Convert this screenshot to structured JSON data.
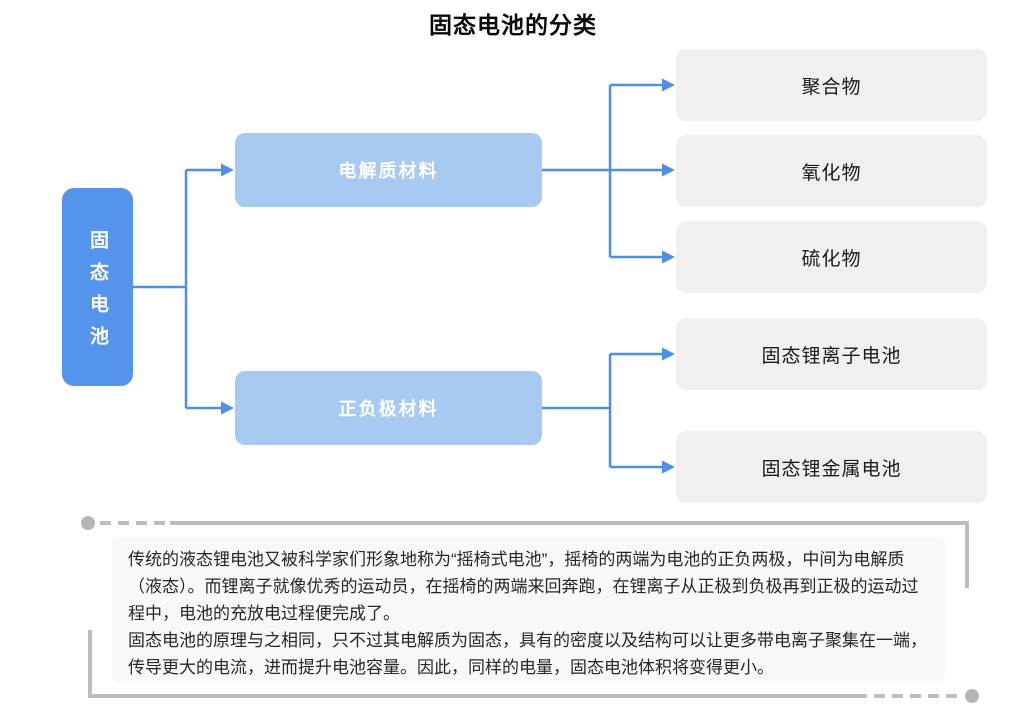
{
  "title": "固态电池的分类",
  "diagram": {
    "root": {
      "label": "固态电池"
    },
    "branches": [
      {
        "label": "电解质材料",
        "children": [
          "聚合物",
          "氧化物",
          "硫化物"
        ]
      },
      {
        "label": "正负极材料",
        "children": [
          "固态锂离子电池",
          "固态锂金属电池"
        ]
      }
    ]
  },
  "note": {
    "paragraph1": "传统的液态锂电池又被科学家们形象地称为“摇椅式电池”，摇椅的两端为电池的正负两极，中间为电解质（液态）。而锂离子就像优秀的运动员，在摇椅的两端来回奔跑，在锂离子从正极到负极再到正极的运动过程中，电池的充放电过程便完成了。",
    "paragraph2": "固态电池的原理与之相同，只不过其电解质为固态，具有的密度以及结构可以让更多带电离子聚集在一端，传导更大的电流，进而提升电池容量。因此，同样的电量，固态电池体积将变得更小。"
  },
  "colors": {
    "root_box": "#5594ED",
    "branch_box": "#A7C9F2",
    "leaf_box": "#F0F0F0",
    "connector": "#4E90E8",
    "note_background": "#F8F8F8",
    "decoration_gray": "#BDBDBD"
  }
}
